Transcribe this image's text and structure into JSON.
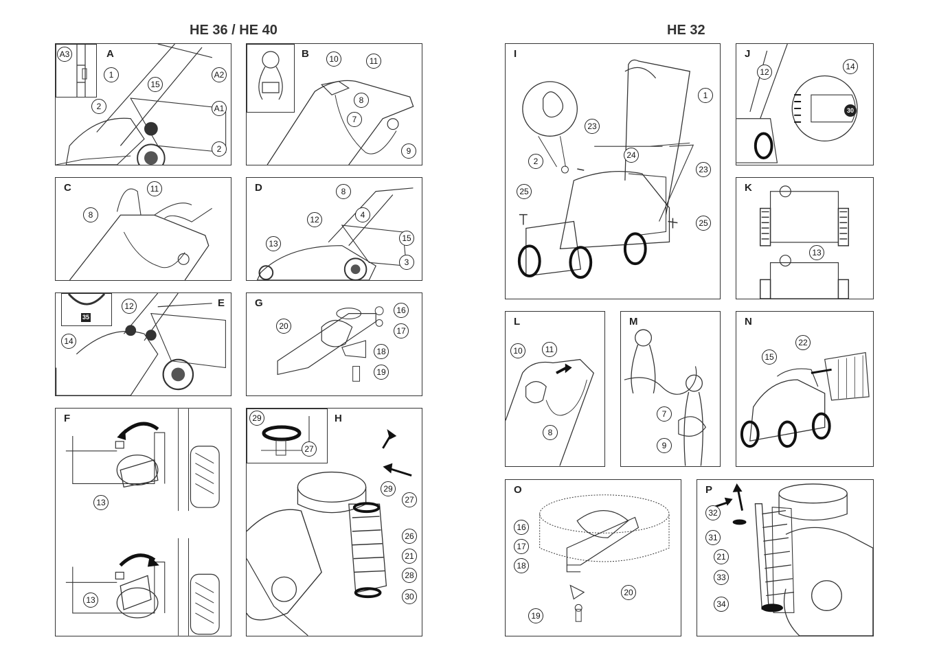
{
  "headings": {
    "left": "HE 36 / HE 40",
    "right": "HE 32"
  },
  "panels": {
    "A": {
      "label": "A",
      "callouts": [
        "A3",
        "1",
        "A2",
        "15",
        "2",
        "A1",
        "2"
      ]
    },
    "B": {
      "label": "B",
      "callouts": [
        "10",
        "11",
        "8",
        "7",
        "9"
      ]
    },
    "C": {
      "label": "C",
      "callouts": [
        "11",
        "8"
      ]
    },
    "D": {
      "label": "D",
      "callouts": [
        "8",
        "4",
        "12",
        "15",
        "13",
        "3"
      ]
    },
    "E": {
      "label": "E",
      "callouts": [
        "12",
        "14"
      ],
      "badge": "35"
    },
    "G": {
      "label": "G",
      "callouts": [
        "16",
        "20",
        "17",
        "18",
        "19"
      ]
    },
    "F": {
      "label": "F",
      "callouts": [
        "13",
        "13"
      ]
    },
    "H": {
      "label": "H",
      "callouts": [
        "29",
        "27",
        "29",
        "27",
        "26",
        "21",
        "28",
        "30"
      ]
    },
    "I": {
      "label": "I",
      "callouts": [
        "23",
        "1",
        "2",
        "24",
        "23",
        "25",
        "25"
      ]
    },
    "J": {
      "label": "J",
      "callouts": [
        "12",
        "14"
      ],
      "badge": "30"
    },
    "K": {
      "label": "K",
      "callouts": [
        "13"
      ]
    },
    "L": {
      "label": "L",
      "callouts": [
        "10",
        "11",
        "8"
      ]
    },
    "M": {
      "label": "M",
      "callouts": [
        "7",
        "9"
      ]
    },
    "N": {
      "label": "N",
      "callouts": [
        "22",
        "15"
      ]
    },
    "O": {
      "label": "O",
      "callouts": [
        "16",
        "17",
        "18",
        "20",
        "19"
      ]
    },
    "P": {
      "label": "P",
      "callouts": [
        "32",
        "31",
        "21",
        "33",
        "34"
      ]
    }
  }
}
